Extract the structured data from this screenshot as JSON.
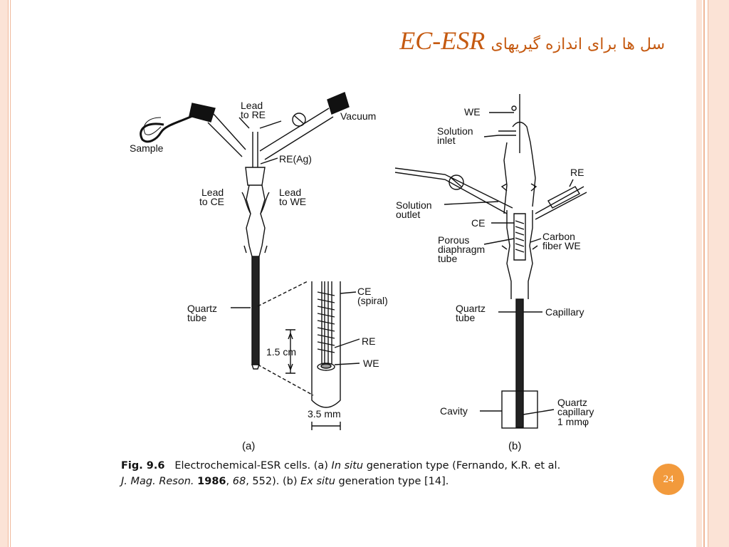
{
  "title": {
    "english": "EC-ESR",
    "persian": "سل ها برای اندازه گیریهای"
  },
  "figure": {
    "a": {
      "labels": {
        "lead_to_re": [
          "Lead",
          "to RE"
        ],
        "vacuum": "Vacuum",
        "sample": "Sample",
        "re_ag": "RE(Ag)",
        "lead_to_ce": [
          "Lead",
          "to CE"
        ],
        "lead_to_we": [
          "Lead",
          "to WE"
        ],
        "quartz_tube": [
          "Quartz",
          "tube"
        ],
        "ce_spiral": [
          "CE",
          "(spiral)"
        ],
        "re": "RE",
        "we": "WE",
        "length": "1.5 cm",
        "diameter": "3.5 mm"
      },
      "panel_label": "(a)"
    },
    "b": {
      "labels": {
        "we": "WE",
        "solution_inlet": [
          "Solution",
          "inlet"
        ],
        "re": "RE",
        "solution_outlet": [
          "Solution",
          "outlet"
        ],
        "ce": "CE",
        "porous": [
          "Porous",
          "diaphragm",
          "tube"
        ],
        "carbon_fiber": [
          "Carbon",
          "fiber WE"
        ],
        "quartz_tube": [
          "Quartz",
          "tube"
        ],
        "capillary": "Capillary",
        "cavity": "Cavity",
        "quartz_capillary": [
          "Quartz",
          "capillary",
          "1 mmφ"
        ]
      },
      "panel_label": "(b)"
    }
  },
  "caption": {
    "fig": "Fig. 9.6",
    "text1": "Electrochemical-ESR cells. (a) ",
    "insitu": "In situ",
    "text2": " generation type (Fernando, K.R. et al.",
    "journal": "J. Mag. Reson.",
    "year": "1986",
    "vol": "68",
    "text3": ", 552). (b) ",
    "exsitu": "Ex situ",
    "text4": " generation type [14]."
  },
  "page_number": "24",
  "colors": {
    "accent": "#c55a11",
    "badge": "#f29a3c",
    "border": "#f0b89a"
  }
}
